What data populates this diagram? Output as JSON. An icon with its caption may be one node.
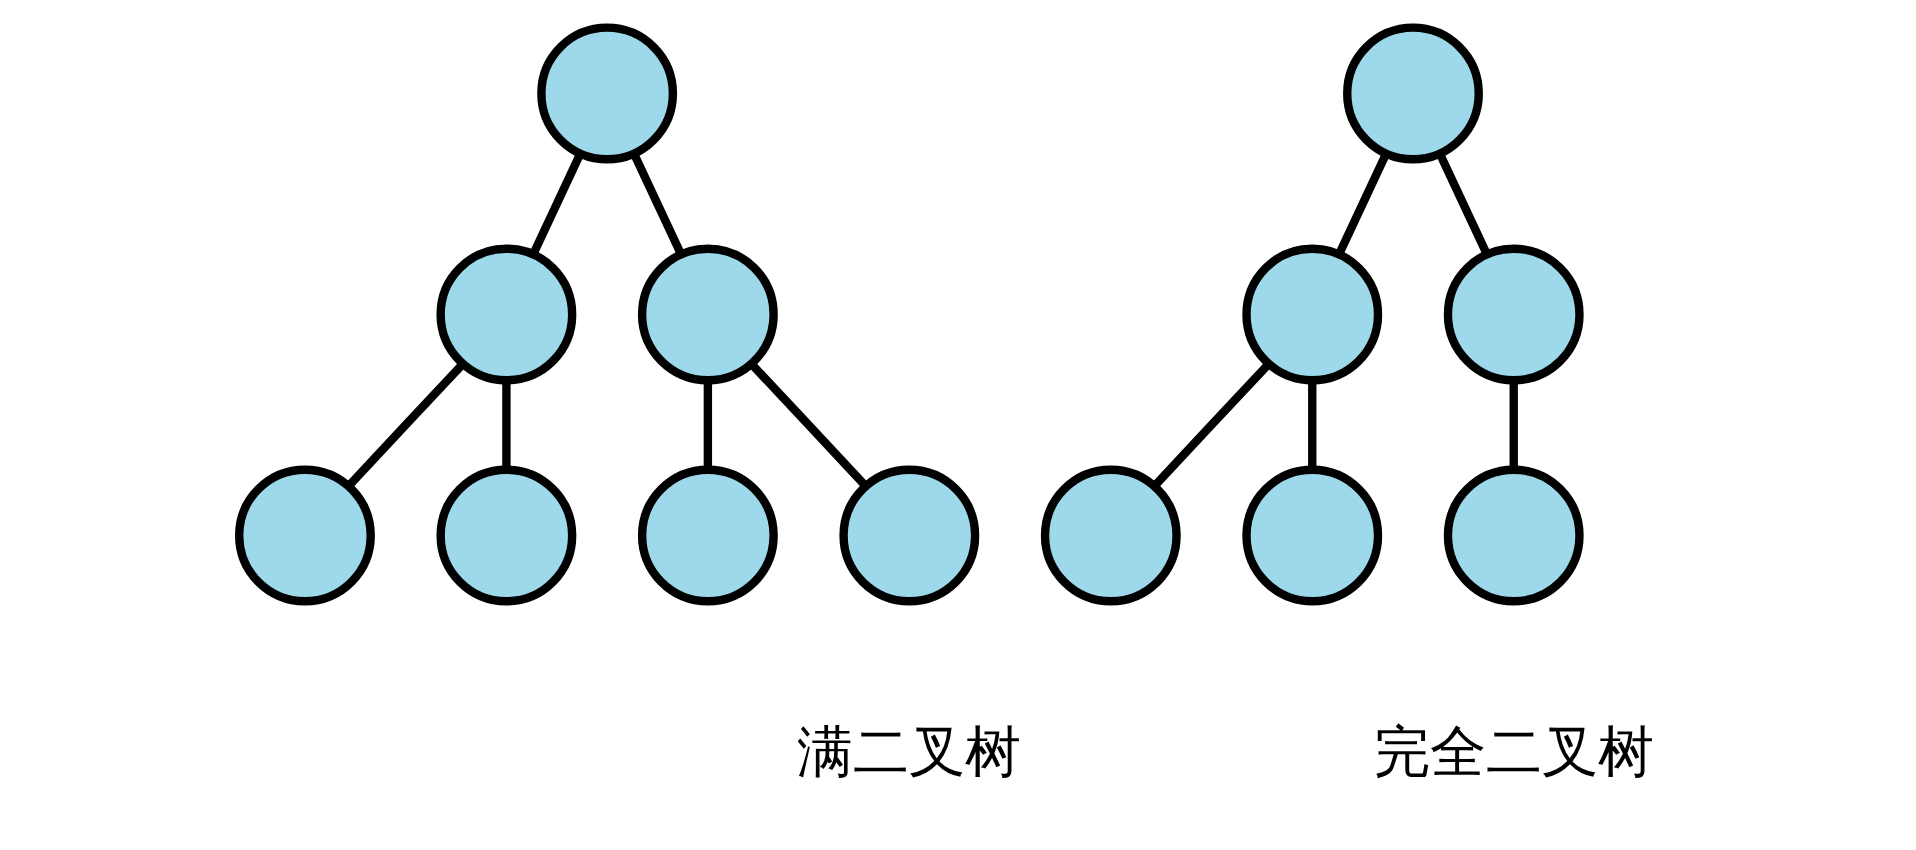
{
  "diagram": {
    "nodes": [
      {
        "text": [],
        "shape": "circle"
      },
      {
        "text": [],
        "shape": "circle"
      },
      {
        "text": [],
        "shape": "circle"
      },
      {
        "text": [],
        "shape": "circle"
      },
      {
        "text": [],
        "shape": "circle"
      },
      {
        "text": [],
        "shape": "circle"
      },
      {
        "text": [],
        "shape": "circle"
      },
      {
        "text": [],
        "shape": "circle"
      },
      {
        "text": [],
        "shape": "circle"
      },
      {
        "text": [],
        "shape": "circle"
      },
      {
        "text": [],
        "shape": "circle"
      },
      {
        "text": [],
        "shape": "circle"
      },
      {
        "text": [],
        "shape": "circle"
      }
    ],
    "edges": [
      {
        "from": 0,
        "to": 1,
        "arrow": "none"
      },
      {
        "from": 0,
        "to": 2,
        "arrow": "none"
      },
      {
        "from": 1,
        "to": 3,
        "arrow": "none"
      },
      {
        "from": 1,
        "to": 4,
        "arrow": "none"
      },
      {
        "from": 2,
        "to": 5,
        "arrow": "none"
      },
      {
        "from": 2,
        "to": 6,
        "arrow": "none"
      },
      {
        "from": 7,
        "to": 8,
        "arrow": "none"
      },
      {
        "from": 7,
        "to": 9,
        "arrow": "none"
      },
      {
        "from": 8,
        "to": 10,
        "arrow": "none"
      },
      {
        "from": 8,
        "to": 11,
        "arrow": "none"
      },
      {
        "from": 9,
        "to": 12,
        "arrow": "none"
      }
    ],
    "labels": [
      "满二叉树",
      "完全二叉树"
    ]
  }
}
